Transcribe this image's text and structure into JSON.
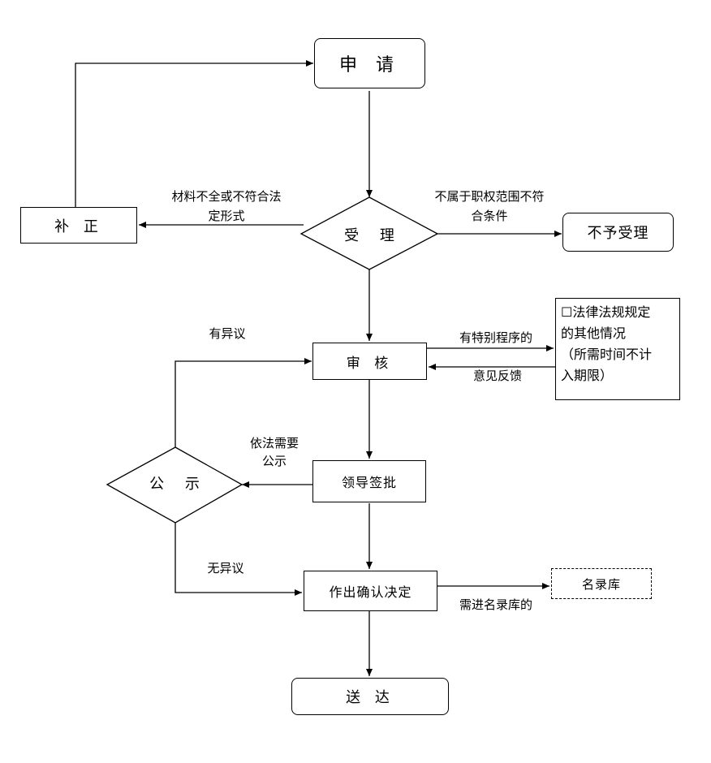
{
  "nodes": {
    "apply": "申 请",
    "accept": "受 理",
    "correct": "补 正",
    "reject": "不予受理",
    "review": "审 核",
    "leader": "领导签批",
    "publicize": "公 示",
    "decide": "作出确认决定",
    "deliver": "送 达",
    "registry": "名录库"
  },
  "note_lines": [
    "☐法律法规规定",
    "的其他情况",
    "（所需时间不计",
    "入期限）"
  ],
  "labels": {
    "incomplete_1": "材料不全或不符合法",
    "incomplete_2": "定形式",
    "not_in_scope_1": "不属于职权范围不符",
    "not_in_scope_2": "合条件",
    "objection": "有异议",
    "special": "有特别程序的",
    "feedback": "意见反馈",
    "need_public_1": "依法需要",
    "need_public_2": "公示",
    "no_objection": "无异议",
    "need_registry": "需进名录库的"
  }
}
